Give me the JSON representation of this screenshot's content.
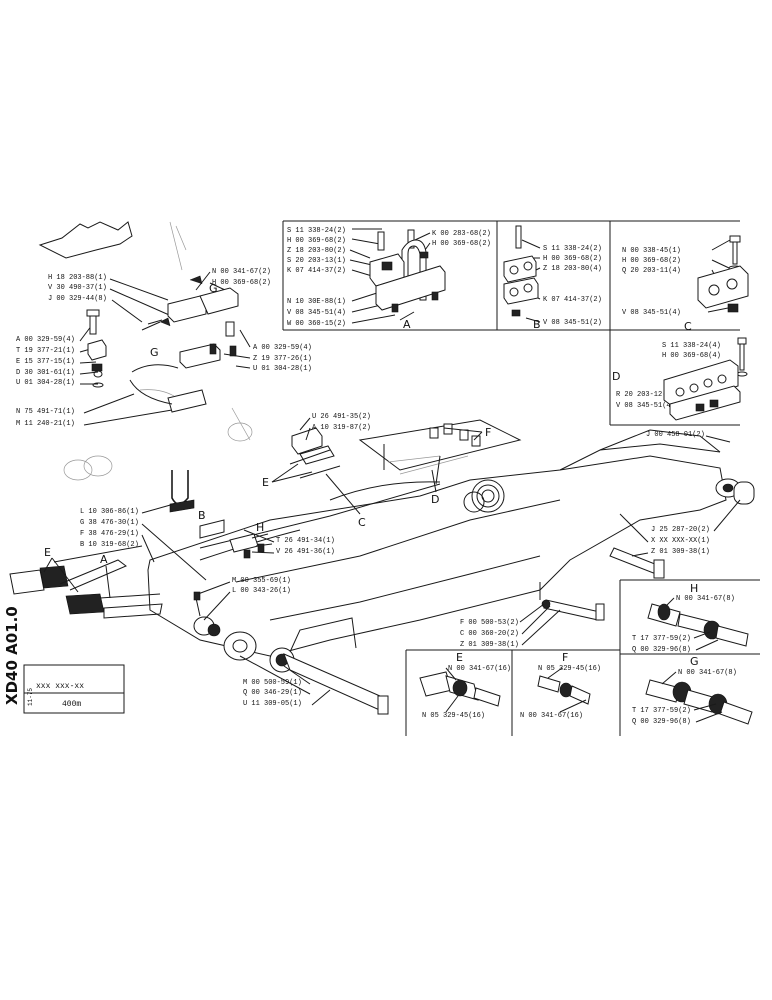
{
  "sheet": {
    "side_code": "XD40 A01.0",
    "ref_label": "xxx xxx-xx",
    "date_label": "11-75",
    "length_label": "400m"
  },
  "panels": {
    "A": {
      "letter": "A",
      "parts": [
        "S 11 338-24(2)",
        "H 00 369-68(2)",
        "Z 18 203-80(2)",
        "S 20 203-13(1)",
        "K 07 414-37(2)",
        "N 10 30E-88(1)",
        "V 08 345-51(4)",
        "W 00 360-15(2)",
        "K 00 283-68(2)",
        "H 00 369-68(2)"
      ]
    },
    "B": {
      "letter": "B",
      "parts": [
        "S 11 338-24(2)",
        "H 00 369-68(2)",
        "Z 18 203-80(4)",
        "K 07 414-37(2)",
        "V 08 345-51(2)"
      ]
    },
    "C": {
      "letter": "C",
      "parts": [
        "N 00 338-45(1)",
        "H 00 369-68(2)",
        "Q 20 203-11(4)",
        "V 08 345-51(4)"
      ]
    },
    "D": {
      "letter": "D",
      "parts": [
        "S 11 338-24(4)",
        "H 00 369-68(4)",
        "R 20 203-12(4)",
        "V 08 345-51(4)"
      ]
    },
    "E": {
      "letter": "E",
      "parts": [
        "N 00 341-67(16)",
        "N 05 329-45(16)"
      ]
    },
    "F": {
      "letter": "F",
      "parts": [
        "N 05 329-45(16)",
        "N 00 341-67(16)"
      ]
    },
    "G": {
      "letter": "G",
      "parts": [
        "N 00 341-67(8)",
        "T 17 377-59(2)",
        "Q 00 329-96(8)"
      ]
    },
    "H": {
      "letter": "H",
      "parts": [
        "N 00 341-67(8)",
        "T 17 377-59(2)",
        "Q 00 329-96(8)"
      ]
    }
  },
  "left_cluster": {
    "left_parts": [
      "H 18 203-88(1)",
      "V 30 490-37(1)",
      "J 00 329-44(8)",
      "A 00 329-59(4)",
      "T 19 377-21(1)",
      "E 15 377-15(1)",
      "D 30 301-61(1)",
      "U 01 304-28(1)",
      "N 75 491-71(1)",
      "M 11 240-21(1)"
    ],
    "right_parts": [
      "N 00 341-67(2)",
      "H 00 369-68(2)",
      "A 00 329-59(4)",
      "Z 19 377-26(1)",
      "U 01 304-28(1)"
    ]
  },
  "boom": {
    "middle_parts": [
      "U 26 491-35(2)",
      "A 10 319-87(2)",
      "T 26 491-34(1)",
      "V 26 491-36(1)"
    ],
    "left_parts": [
      "L 10 306-86(1)",
      "G 38 476-30(1)",
      "F 38 476-29(1)",
      "B 10 319-68(2)",
      "M 00 355-69(1)",
      "L 00 343-26(1)",
      "M 00 500-59(1)",
      "Q 00 346-29(1)",
      "U 11 309-05(1)"
    ],
    "right_parts": [
      "J 00 458-01(2)",
      "J 25 287-20(2)",
      "X XX XXX-XX(1)",
      "Z 01 309-38(1)"
    ],
    "pin_parts": [
      "F 00 500-53(2)",
      "C 00 360-20(2)",
      "Z 01 309-38(1)"
    ]
  },
  "callouts": {
    "A": "A",
    "B": "B",
    "C": "C",
    "D": "D",
    "E": "E",
    "F": "F",
    "G": "G",
    "H": "H"
  }
}
